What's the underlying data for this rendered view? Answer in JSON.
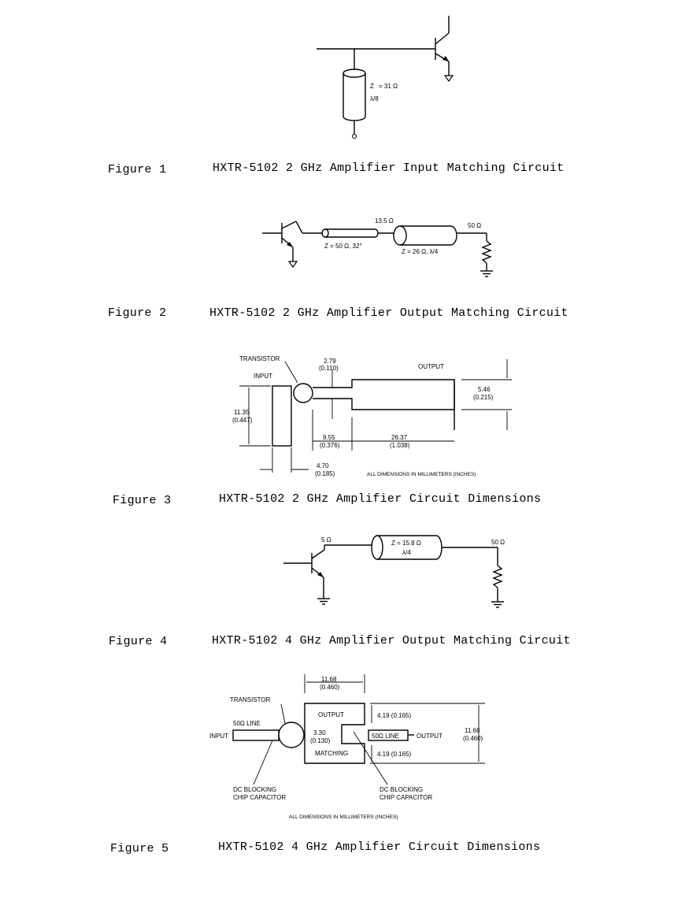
{
  "figures": [
    {
      "number": "Figure 1",
      "caption": "HXTR-5102 2 GHz Amplifier Input Matching Circuit",
      "labels": {
        "stub_impedance": "Z",
        "stub_value": "= 31 Ω",
        "stub_length": "λ/8"
      }
    },
    {
      "number": "Figure 2",
      "caption": "HXTR-5102 2 GHz Amplifier Output Matching Circuit",
      "labels": {
        "mid_impedance": "13.5 Ω",
        "load": "50 Ω",
        "line1": "Z  = 50 Ω, 32°",
        "line2": "Z  = 26 Ω, λ/4"
      }
    },
    {
      "number": "Figure 3",
      "caption": "HXTR-5102 2 GHz Amplifier Circuit Dimensions",
      "labels": {
        "transistor": "TRANSISTOR",
        "input": "INPUT",
        "output": "OUTPUT",
        "dim_gap": "2.79",
        "dim_gap_in": "(0.110)",
        "dim_height": "11.35",
        "dim_height_in": "(0.447)",
        "dim_out_width": "5.46",
        "dim_out_width_in": "(0.215)",
        "dim_len1": "9.55",
        "dim_len1_in": "(0.376)",
        "dim_len2": "26.37",
        "dim_len2_in": "(1.038)",
        "dim_in_width": "4.70",
        "dim_in_width_in": "(0.185)",
        "note": "ALL DIMENSIONS IN MILLIMETERS (INCHES)"
      }
    },
    {
      "number": "Figure 4",
      "caption": "HXTR-5102 4 GHz Amplifier Output Matching Circuit",
      "labels": {
        "source": "5 Ω",
        "line": "Z  = 15.8 Ω",
        "line_length": "λ/4",
        "load": "50 Ω"
      }
    },
    {
      "number": "Figure 5",
      "caption": "HXTR-5102 4 GHz Amplifier Circuit Dimensions",
      "labels": {
        "transistor": "TRANSISTOR",
        "input": "INPUT",
        "line_in": "50Ω LINE",
        "width_top": "11.68",
        "width_top_in": "(0.460)",
        "output_box": "OUTPUT",
        "matching_box": "MATCHING",
        "gap": "3.30",
        "gap_in": "(0.130)",
        "upper": "4.19 (0.165)",
        "lower": "4.19 (0.165)",
        "line_out": "50Ω LINE",
        "output": "OUTPUT",
        "height": "11.68",
        "height_in": "(0.460)",
        "dc_block_left_1": "DC BLOCKING",
        "dc_block_left_2": "CHIP CAPACITOR",
        "dc_block_right_1": "DC BLOCKING",
        "dc_block_right_2": "CHIP CAPACITOR",
        "note": "ALL DIMENSIONS IN MILLIMETERS (INCHES)"
      }
    }
  ]
}
